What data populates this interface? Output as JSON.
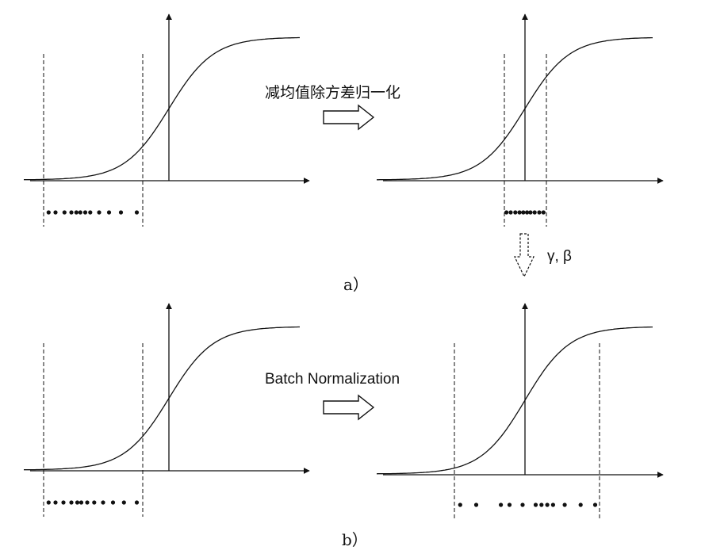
{
  "labels": {
    "step_top": "减均值除方差归一化",
    "step_bottom": "Batch Normalization",
    "params": "γ, β",
    "caption_a": "a）",
    "caption_b": "b）"
  },
  "colors": {
    "ink": "#111111",
    "background": "#ffffff"
  },
  "panels": [
    {
      "id": "a-left",
      "dots": [
        0.05,
        0.12,
        0.21,
        0.28,
        0.33,
        0.37,
        0.42,
        0.47,
        0.56,
        0.66,
        0.78,
        0.94
      ]
    },
    {
      "id": "a-right",
      "dots": [
        0.05,
        0.15,
        0.26,
        0.36,
        0.45,
        0.54,
        0.62,
        0.72,
        0.83,
        0.93
      ]
    },
    {
      "id": "b-left",
      "dots": [
        0.05,
        0.12,
        0.2,
        0.28,
        0.34,
        0.38,
        0.44,
        0.51,
        0.6,
        0.7,
        0.81,
        0.94
      ]
    },
    {
      "id": "b-right",
      "dots": [
        0.04,
        0.15,
        0.32,
        0.38,
        0.47,
        0.56,
        0.6,
        0.64,
        0.68,
        0.76,
        0.87,
        0.97
      ]
    }
  ]
}
